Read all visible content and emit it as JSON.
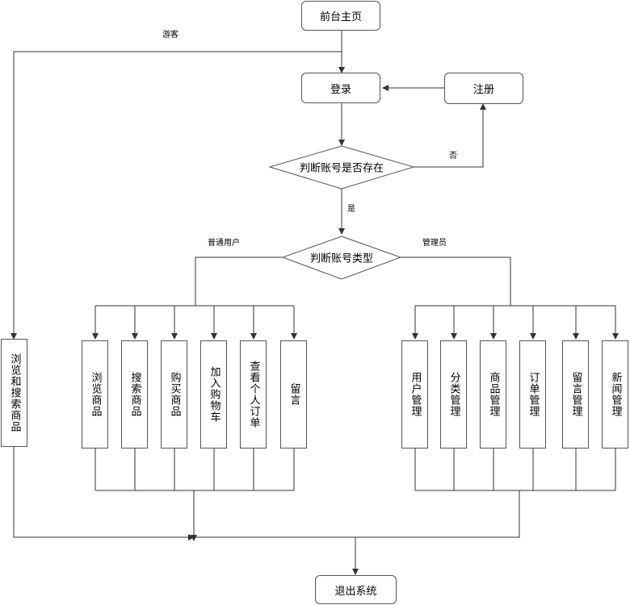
{
  "nodes": {
    "home": "前台主页",
    "login": "登录",
    "register": "注册",
    "check_account": "判断账号是否存在",
    "check_type": "判断账号类型",
    "guest_browse": "浏览和搜索商品",
    "user_browse": "浏览商品",
    "user_search": "搜索商品",
    "user_buy": "购买商品",
    "user_cart": "加入购物车",
    "user_orders": "查看个人订单",
    "user_message": "留言",
    "admin_users": "用户管理",
    "admin_category": "分类管理",
    "admin_goods": "商品管理",
    "admin_orders": "订单管理",
    "admin_messages": "留言管理",
    "admin_news": "新闻管理",
    "logout": "退出系统"
  },
  "edge_labels": {
    "guest": "游客",
    "no": "否",
    "yes": "是",
    "normal_user": "普通用户",
    "admin": "管理员"
  }
}
